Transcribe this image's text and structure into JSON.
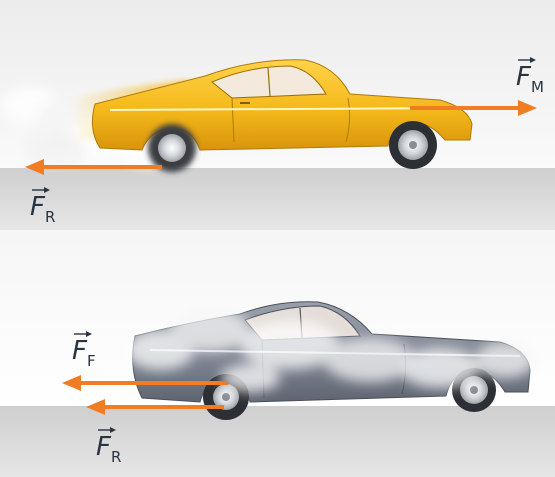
{
  "colors": {
    "force_arrow": "#f07c24",
    "car_yellow": "#f4b91a",
    "car_grey": "#7c8390",
    "road": "#d4d4d5",
    "label_ink": "#2a3440"
  },
  "top_panel": {
    "label_motor": {
      "letter": "F",
      "subscript": "M"
    },
    "label_resistance": {
      "letter": "F",
      "subscript": "R"
    }
  },
  "bottom_panel": {
    "label_friction": {
      "letter": "F",
      "subscript": "F"
    },
    "label_resistance": {
      "letter": "F",
      "subscript": "R"
    }
  }
}
